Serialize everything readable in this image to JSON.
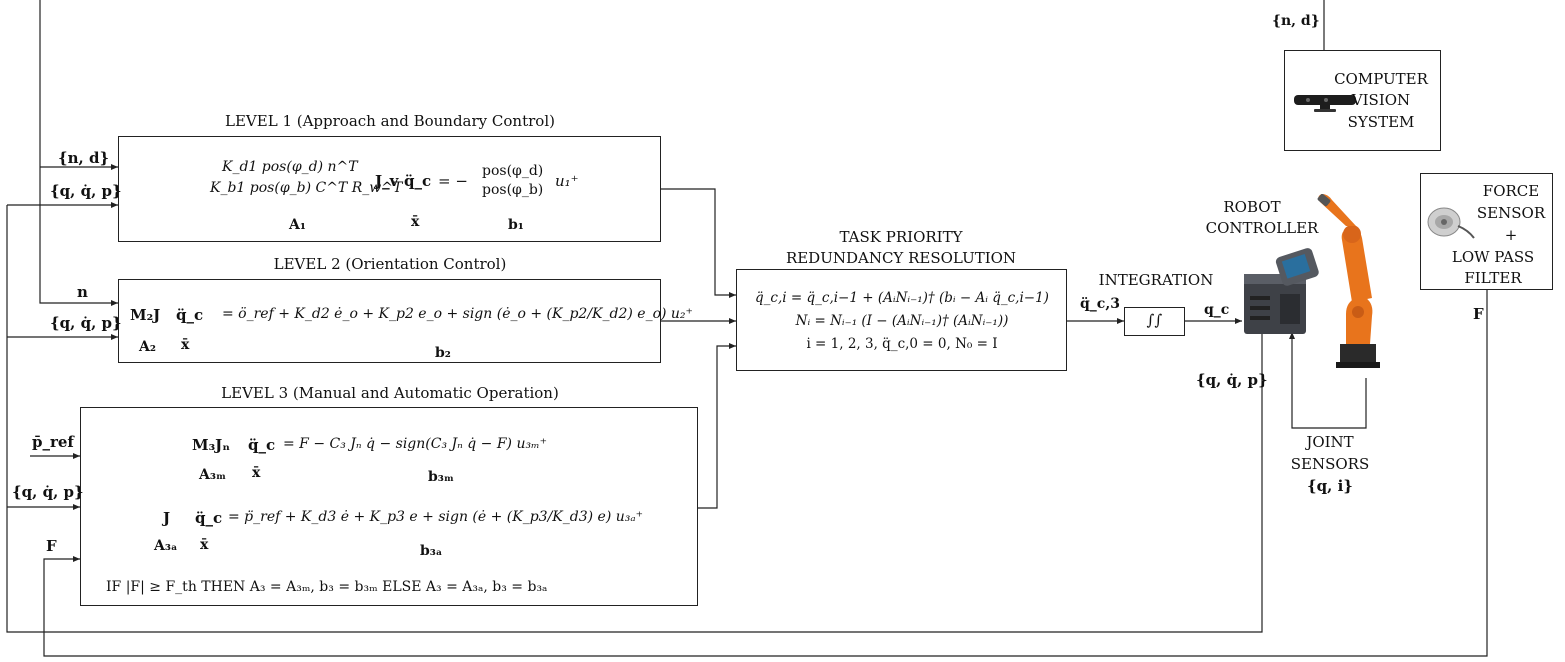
{
  "levels": {
    "l1_title": "LEVEL 1 (Approach and Boundary Control)",
    "l2_title": "LEVEL 2 (Orientation Control)",
    "l3_title": "LEVEL 3 (Manual and Automatic Operation)"
  },
  "equations": {
    "l1_row1": "K_d1 pos(φ_d) n^T",
    "l1_row2": "K_b1 pos(φ_b) C^T R_w^T",
    "l1_jv": "J_v",
    "l1_qc": "q̈_c",
    "l1_rhs1": "pos(φ_d)",
    "l1_rhs2": "pos(φ_b)",
    "l1_u": "u₁⁺",
    "l1_A": "A₁",
    "l1_x": "x̄",
    "l1_b": "b₁",
    "l2_lhs": "M₂J",
    "l2_qc": "q̈_c",
    "l2_rhs": "= ö_ref + K_d2 ė_o + K_p2 e_o + sign (ė_o + (K_p2/K_d2) e_o)  u₂⁺",
    "l2_A": "A₂",
    "l2_x": "x̄",
    "l2_b": "b₂",
    "l3_m_lhs": "M₃Jₙ",
    "l3_m_qc": "q̈_c",
    "l3_m_rhs": "= F − C₃ Jₙ q̇ − sign(C₃ Jₙ q̇ − F) u₃ₘ⁺",
    "l3_m_A": "A₃ₘ",
    "l3_m_x": "x̄",
    "l3_m_b": "b₃ₘ",
    "l3_a_lhs": "J",
    "l3_a_qc": "q̈_c",
    "l3_a_rhs": "= p̈_ref + K_d3 ė + K_p3 e + sign (ė + (K_p3/K_d3) e)  u₃ₐ⁺",
    "l3_a_A": "A₃ₐ",
    "l3_a_x": "x̄",
    "l3_a_b": "b₃ₐ",
    "l3_if": "IF  |F| ≥ F_th   THEN   A₃ = A₃ₘ, b₃ = b₃ₘ  ELSE  A₃ = A₃ₐ, b₃ = b₃ₐ"
  },
  "task_priority": {
    "title1": "TASK PRIORITY",
    "title2": "REDUNDANCY RESOLUTION",
    "eq1": "q̈_c,i = q̈_c,i−1 + (AᵢNᵢ₋₁)† (bᵢ − Aᵢ q̈_c,i−1)",
    "eq2": "Nᵢ = Nᵢ₋₁ (I − (AᵢNᵢ₋₁)† (AᵢNᵢ₋₁))",
    "eq3": "i = 1, 2, 3,    q̈_c,0 = 0, N₀ = I"
  },
  "integration": {
    "title": "INTEGRATION",
    "symbol": "∫∫",
    "in_label": "q̈_c,3",
    "out_label": "q_c"
  },
  "inputs": {
    "l1_nd": "{n, d}",
    "l1_qqp": "{q, q̇, p}",
    "l2_n": "n",
    "l2_qqp": "{q, q̇, p}",
    "l3_pref": "p̄_ref",
    "l3_qqp": "{q, q̇, p}",
    "l3_F": "F"
  },
  "right": {
    "nd_top": "{n, d}",
    "vision1": "COMPUTER",
    "vision2": "VISION",
    "vision3": "SYSTEM",
    "robot1": "ROBOT",
    "robot2": "CONTROLLER",
    "force1": "FORCE",
    "force2": "SENSOR",
    "force3": "+",
    "force4": "LOW PASS",
    "force5": "FILTER",
    "force_out": "F",
    "qqp": "{q, q̇, p}",
    "joint1": "JOINT",
    "joint2": "SENSORS",
    "joint3": "{q, i}"
  },
  "colors": {
    "robot_orange": "#e8741c",
    "robot_dark": "#2a2a2a",
    "controller_gray": "#4a4d52",
    "wire": "#222222"
  }
}
